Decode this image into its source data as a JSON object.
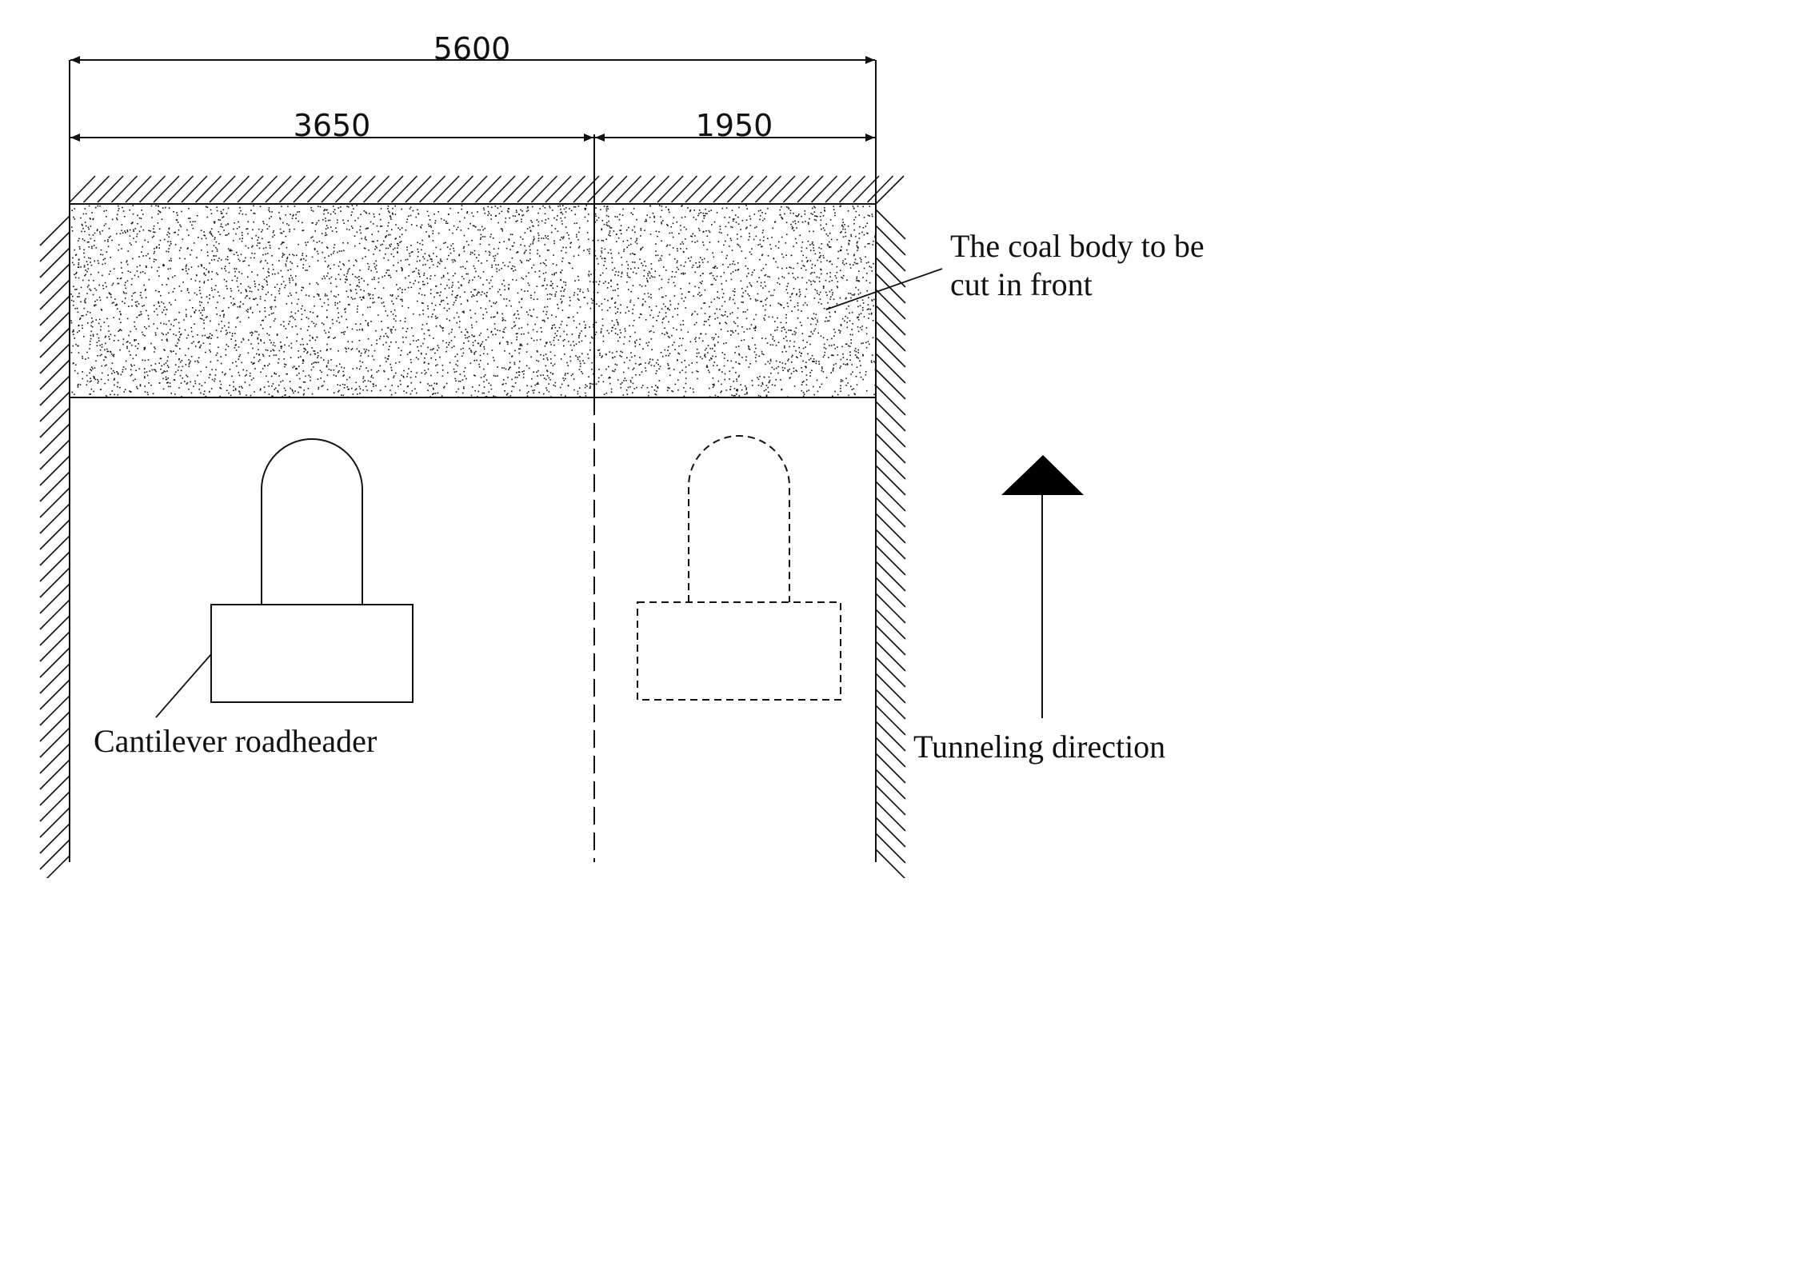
{
  "dimensions": {
    "total": "5600",
    "left_width": "3650",
    "right_width": "1950"
  },
  "labels": {
    "coal_body": [
      "The coal body to be",
      "cut in front"
    ],
    "roadheader": "Cantilever roadheader",
    "direction": "Tunneling direction"
  },
  "colors": {
    "line": "#111111",
    "background": "#ffffff"
  }
}
